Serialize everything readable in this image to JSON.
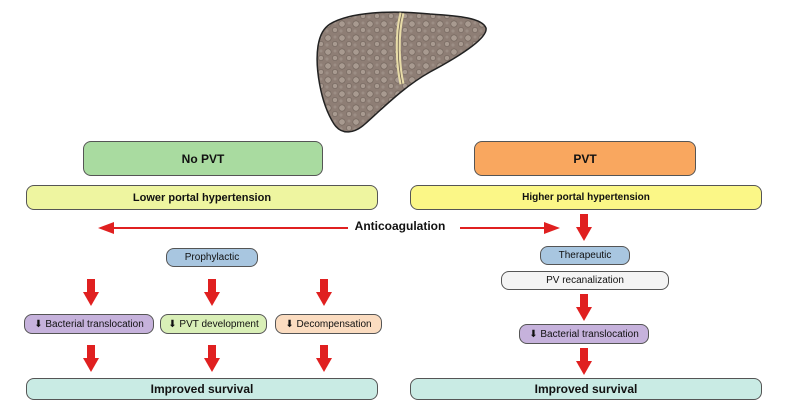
{
  "colors": {
    "no_pvt": "#a9dba0",
    "pvt": "#f9a75f",
    "lower_ph": "#eef5a0",
    "higher_ph": "#fbf787",
    "prophylactic": "#a8c6e0",
    "bacterial": "#c6b2dc",
    "pvt_dev": "#d9efb7",
    "decomp": "#fbdcc0",
    "pv_recan": "#f4f4f4",
    "survival": "#c9ebe4",
    "arrow": "#e02020",
    "liver": "#8e7e75"
  },
  "icons": {
    "liver": "liver-illustration",
    "arrows": "red-down-arrow"
  },
  "left": {
    "header": "No PVT",
    "hypertension": "Lower portal hypertension",
    "strategy": "Prophylactic",
    "effects": [
      "⬇ Bacterial translocation",
      "⬇ PVT development",
      "⬇ Decompensation"
    ],
    "outcome": "Improved survival"
  },
  "center": {
    "label": "Anticoagulation"
  },
  "right": {
    "header": "PVT",
    "hypertension": "Higher portal hypertension",
    "strategy": "Therapeutic",
    "recanalization": "PV recanalization",
    "effect": "⬇ Bacterial translocation",
    "outcome": "Improved survival"
  }
}
